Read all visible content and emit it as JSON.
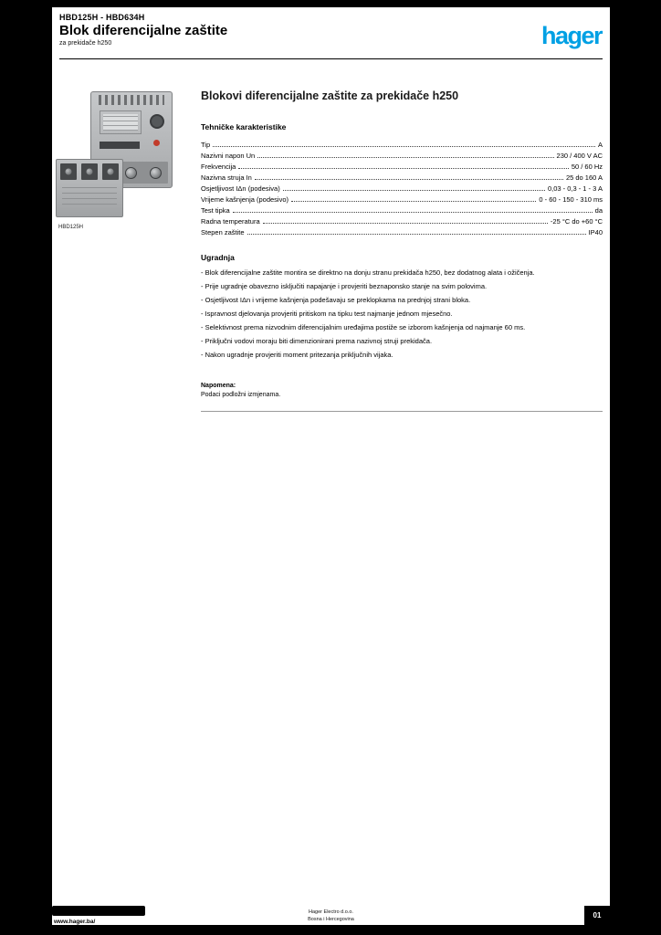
{
  "colors": {
    "brand": "#00a0e4",
    "page_bg": "#ffffff",
    "canvas_bg": "#000000"
  },
  "header": {
    "ref": "HBD125H - HBD634H",
    "title": "Blok diferencijalne zaštite",
    "subtitle": "za prekidače h250",
    "logo": "hager"
  },
  "product": {
    "caption": "HBD125H"
  },
  "main": {
    "heading": "Blokovi diferencijalne zaštite za prekidače h250",
    "subheading": "Tehničke karakteristike",
    "specs": [
      {
        "label": "Tip",
        "value": "A"
      },
      {
        "label": "Nazivni napon Un",
        "value": "230 / 400 V AC"
      },
      {
        "label": "Frekvencija",
        "value": "50 / 60 Hz"
      },
      {
        "label": "Nazivna struja In",
        "value": "25 do 160 A"
      },
      {
        "label": "Osjetljivost IΔn (podesiva)",
        "value": "0,03 - 0,3 - 1 - 3 A"
      },
      {
        "label": "Vrijeme kašnjenja (podesivo)",
        "value": "0 - 60 - 150 - 310 ms"
      },
      {
        "label": "Test tipka",
        "value": "da"
      },
      {
        "label": "Radna temperatura",
        "value": "-25 °C do +60 °C"
      },
      {
        "label": "Stepen zaštite",
        "value": "IP40"
      }
    ],
    "section2": {
      "heading": "Ugradnja",
      "items": [
        "- Blok diferencijalne zaštite montira se direktno na donju stranu prekidača h250, bez dodatnog alata i ožičenja.",
        "- Prije ugradnje obavezno isključiti napajanje i provjeriti beznaponsko stanje na svim polovima.",
        "- Osjetljivost IΔn i vrijeme kašnjenja podešavaju se preklopkama na prednjoj strani bloka.",
        "- Ispravnost djelovanja provjeriti pritiskom na tipku test najmanje jednom mjesečno.",
        "- Selektivnost prema nizvodnim diferencijalnim uređajima postiže se izborom kašnjenja od najmanje 60 ms.",
        "- Priključni vodovi moraju biti dimenzionirani prema nazivnoj struji prekidača.",
        "- Nakon ugradnje provjeriti moment pritezanja priključnih vijaka."
      ]
    },
    "note": {
      "line1": "Napomena:",
      "line2": "Podaci podložni izmjenama."
    }
  },
  "footer": {
    "url": "www.hager.ba/",
    "center": {
      "line1": "Hager Electro d.o.o.",
      "line2": "Bosna i Hercegovina"
    },
    "page": "01"
  }
}
